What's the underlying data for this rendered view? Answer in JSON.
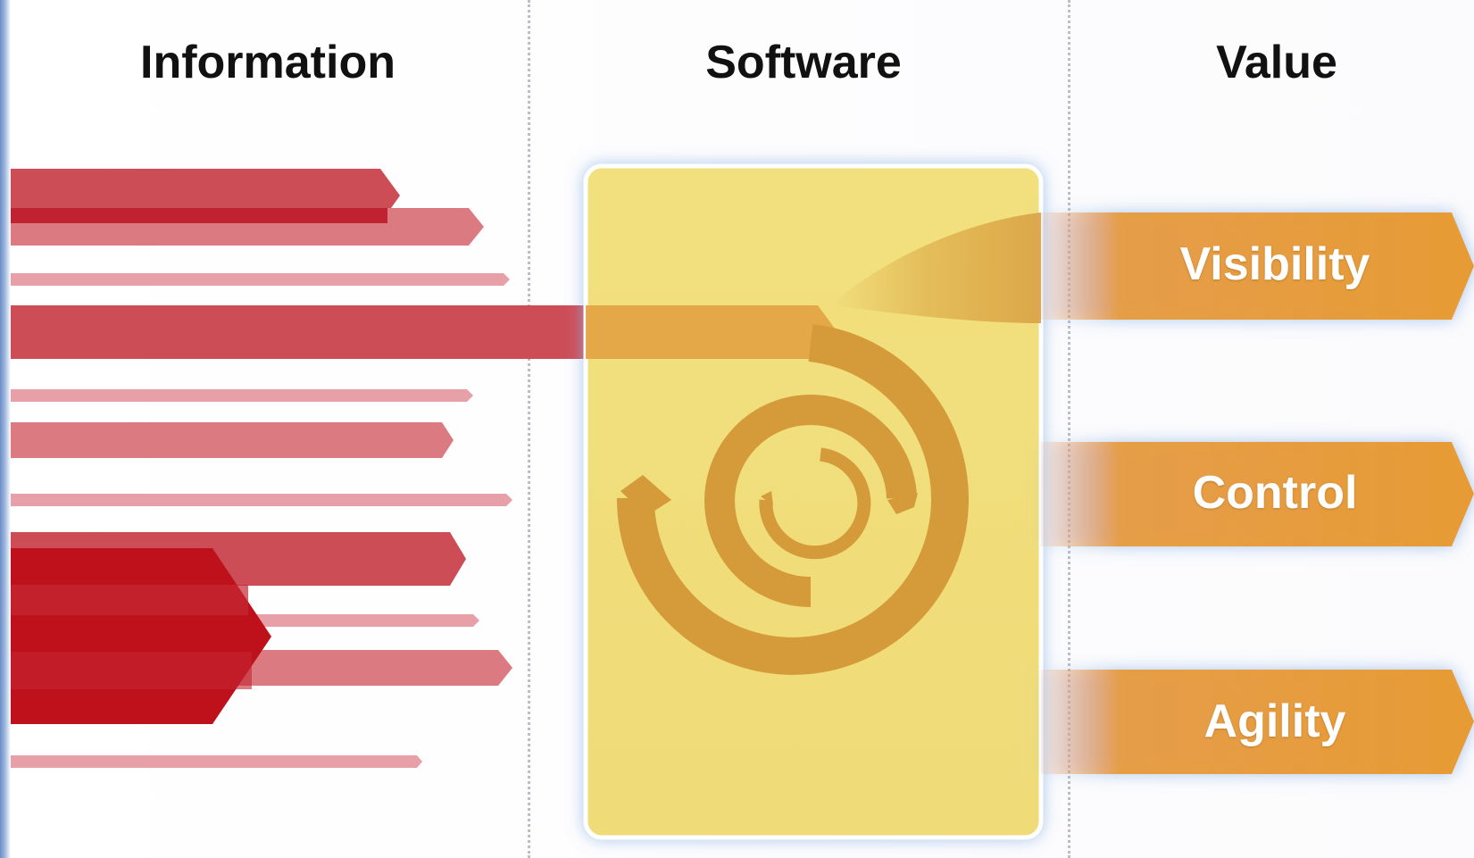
{
  "columns": {
    "information": "Information",
    "software": "Software",
    "value": "Value"
  },
  "values": [
    {
      "label": "Visibility"
    },
    {
      "label": "Control"
    },
    {
      "label": "Agility"
    }
  ],
  "colors": {
    "info_red_dark": "#c0111e",
    "info_red": "#ce4f59",
    "info_red_light": "#e8a2a9",
    "software_card": "#f0dc7a",
    "spiral": "#d4993a",
    "value_orange": "#e79b34",
    "divider": "#b9bec8"
  },
  "icons": {
    "software_symbol": "spiral-icon"
  }
}
